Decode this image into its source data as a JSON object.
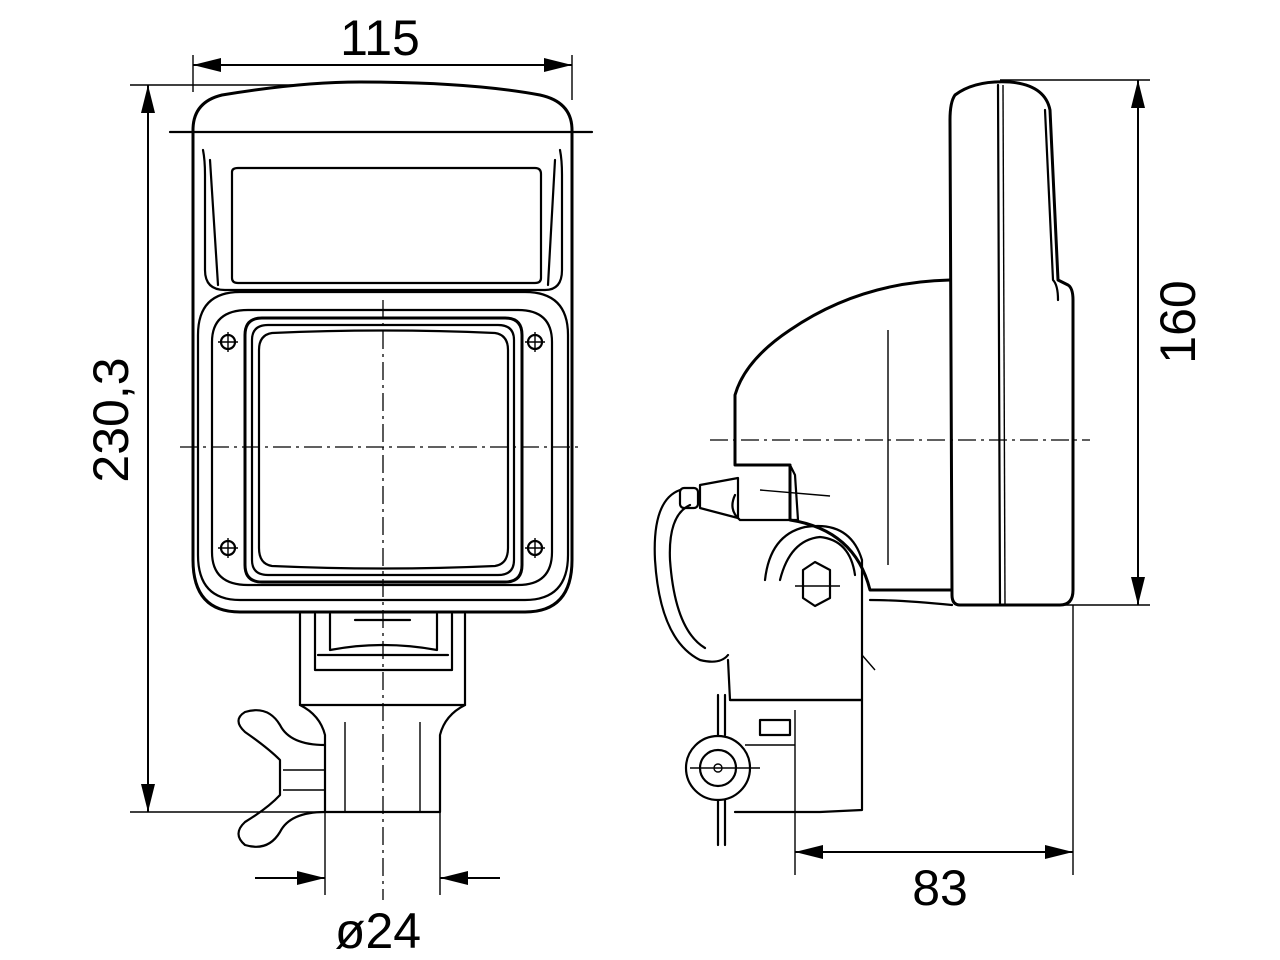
{
  "dimensions": {
    "width": "115",
    "height": "230,3",
    "side_height": "160",
    "depth": "83",
    "diameter": "ø24"
  }
}
